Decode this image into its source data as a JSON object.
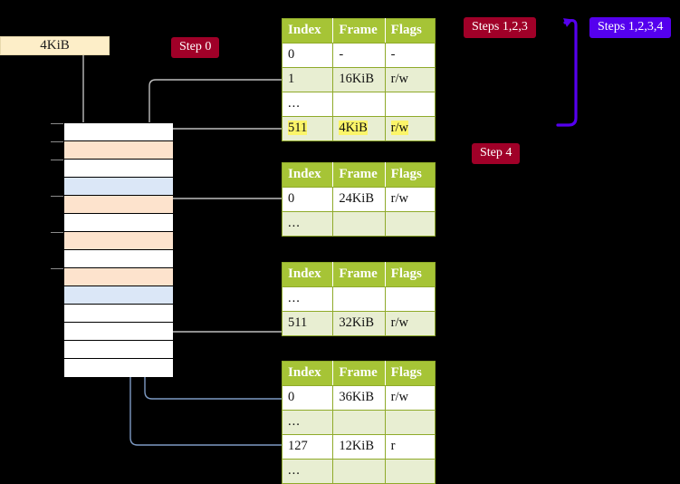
{
  "diagram": {
    "title_hidden": "",
    "size_box": {
      "label": "4KiB"
    },
    "badges": [
      {
        "name": "step-0",
        "text": "Step 0",
        "color": "#a00028"
      },
      {
        "name": "steps-1-2-3",
        "text": "Steps 1,2,3",
        "color": "#a00028"
      },
      {
        "name": "steps-1-2-3-4",
        "text": "Steps 1,2,3,4",
        "color": "#5500ee"
      },
      {
        "name": "step-4",
        "text": "Step 4",
        "color": "#a00028"
      }
    ],
    "colors": {
      "background": "#000000",
      "table_header": "#a6c436",
      "table_border": "#8faa2a",
      "table_alt_row": "#e8eed2",
      "highlight": "#fcf569",
      "size_box": "#fdeec8",
      "mem_peach": "#fde3cd",
      "mem_blue": "#dbe7f7",
      "wire_grey": "#bdbdbd",
      "wire_blue": "#7e9bc4",
      "arrow_purple": "#5500ee"
    },
    "memory": {
      "name": "physical-memory-column",
      "rows": [
        {
          "fill": "white"
        },
        {
          "fill": "peach"
        },
        {
          "fill": "white"
        },
        {
          "fill": "blue"
        },
        {
          "fill": "peach"
        },
        {
          "fill": "white"
        },
        {
          "fill": "peach"
        },
        {
          "fill": "white"
        },
        {
          "fill": "peach"
        },
        {
          "fill": "blue"
        },
        {
          "fill": "white"
        },
        {
          "fill": "white"
        },
        {
          "fill": "white"
        },
        {
          "fill": "white"
        }
      ]
    },
    "tables": [
      {
        "name": "page-table-level-1",
        "headers": [
          "Index",
          "Frame",
          "Flags"
        ],
        "rows": [
          {
            "cells": [
              "0",
              "-",
              "-"
            ],
            "alt": false,
            "highlight": false
          },
          {
            "cells": [
              "1",
              "16KiB",
              "r/w"
            ],
            "alt": true,
            "highlight": false
          },
          {
            "cells": [
              "...",
              "",
              ""
            ],
            "alt": false,
            "highlight": false
          },
          {
            "cells": [
              "511",
              "4KiB",
              "r/w"
            ],
            "alt": true,
            "highlight": true
          }
        ]
      },
      {
        "name": "page-table-level-2",
        "headers": [
          "Index",
          "Frame",
          "Flags"
        ],
        "rows": [
          {
            "cells": [
              "0",
              "24KiB",
              "r/w"
            ],
            "alt": false,
            "highlight": false
          },
          {
            "cells": [
              "...",
              "",
              ""
            ],
            "alt": true,
            "highlight": false
          }
        ]
      },
      {
        "name": "page-table-level-3",
        "headers": [
          "Index",
          "Frame",
          "Flags"
        ],
        "rows": [
          {
            "cells": [
              "...",
              "",
              ""
            ],
            "alt": false,
            "highlight": false
          },
          {
            "cells": [
              "511",
              "32KiB",
              "r/w"
            ],
            "alt": true,
            "highlight": false
          }
        ]
      },
      {
        "name": "page-table-level-4",
        "headers": [
          "Index",
          "Frame",
          "Flags"
        ],
        "rows": [
          {
            "cells": [
              "0",
              "36KiB",
              "r/w"
            ],
            "alt": false,
            "highlight": false
          },
          {
            "cells": [
              "...",
              "",
              ""
            ],
            "alt": true,
            "highlight": false
          },
          {
            "cells": [
              "127",
              "12KiB",
              "r"
            ],
            "alt": false,
            "highlight": false
          },
          {
            "cells": [
              "...",
              "",
              ""
            ],
            "alt": true,
            "highlight": false
          }
        ]
      }
    ]
  }
}
